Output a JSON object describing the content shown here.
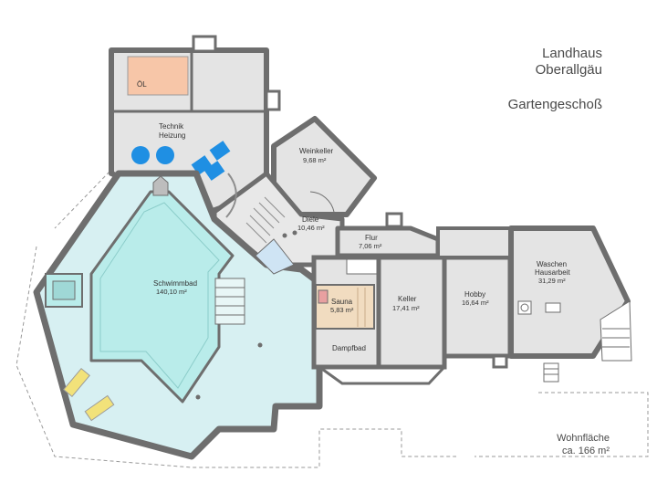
{
  "header": {
    "title_line1": "Landhaus",
    "title_line2": "Oberallgäu",
    "subtitle": "Gartengeschoß"
  },
  "footer": {
    "area_label": "Wohnfläche",
    "area_value": "ca. 166 m²"
  },
  "rooms": {
    "oel": {
      "name": "ÖL"
    },
    "technik": {
      "name_line1": "Technik",
      "name_line2": "Heizung"
    },
    "weinkeller": {
      "name": "Weinkeller",
      "area": "9,68 m²"
    },
    "diele": {
      "name": "Diele",
      "area": "10,46 m²"
    },
    "flur": {
      "name": "Flur",
      "area": "7,06 m²"
    },
    "schwimmbad": {
      "name": "Schwimmbad",
      "area": "140,10 m²"
    },
    "sauna": {
      "name": "Sauna",
      "area": "5,83 m²"
    },
    "dampfbad": {
      "name": "Dampfbad"
    },
    "keller": {
      "name": "Keller",
      "area": "17,41 m²"
    },
    "hobby": {
      "name": "Hobby",
      "area": "16,64 m²"
    },
    "waschen": {
      "name_line1": "Waschen",
      "name_line2": "Hausarbeit",
      "area": "31,29 m²"
    }
  },
  "colors": {
    "wall": "#6e6e6e",
    "room_fill": "#e4e4e4",
    "pool_water": "#b9ecea",
    "pool_deck": "#d7f0f2",
    "tank": "#f7c6a8",
    "equipment_blue": "#1f8fe3",
    "lounger": "#f2e27a",
    "sauna_wood": "#f1dcc0"
  }
}
